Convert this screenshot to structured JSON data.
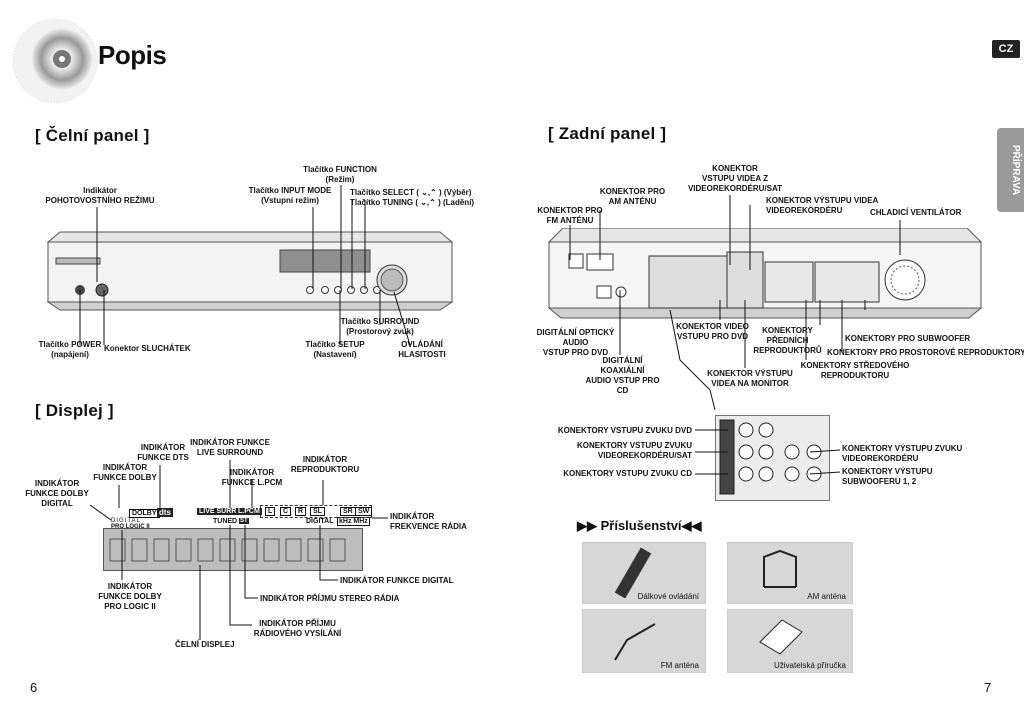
{
  "page_title": "Popis",
  "lang_badge": "CZ",
  "side_tab": "PŘÍPRAVA",
  "page_left": "6",
  "page_right": "7",
  "sections": {
    "front": "[ Čelní panel ]",
    "rear": "[ Zadní panel ]",
    "display": "[ Displej ]",
    "accessories": "▶▶ Příslušenství◀◀"
  },
  "front_labels": {
    "standby": "Indikátor\nPOHOTOVOSTNÍHO REŽIMU",
    "function": "Tlačítko FUNCTION\n(Režim)",
    "input_mode": "Tlačítko INPUT MODE\n(Vstupní režim)",
    "select": "Tlačítko SELECT ( ⌄,⌃ ) (Výběr)",
    "tuning": "Tlačítko TUNING ( ⌄,⌃ ) (Ladění)",
    "surround": "Tlačítko SURROUND\n(Prostorový zvuk)",
    "power": "Tlačítko POWER\n(napájení)",
    "headphones": "Konektor SLUCHÁTEK",
    "setup": "Tlačítko SETUP\n(Nastavení)",
    "volume": "OVLÁDÁNÍ\nHLASITOSTI"
  },
  "rear_labels": {
    "fm": "KONEKTOR PRO\nFM ANTÉNU",
    "am": "KONEKTOR PRO\nAM ANTÉNU",
    "video_in_vcr": "KONEKTOR\nVSTUPU VIDEA Z\nVIDEOREKORDÉRU/SAT",
    "video_out_vcr": "KONEKTOR VÝSTUPU VIDEA\nVIDEOREKORDÉRU",
    "fan": "CHLADICÍ VENTILÁTOR",
    "optical": "DIGITÁLNÍ OPTICKÝ AUDIO\nVSTUP PRO DVD",
    "coaxial": "DIGITÁLNÍ KOAXIÁLNÍ\nAUDIO VSTUP PRO CD",
    "video_dvd": "KONEKTOR VIDEO\nVSTUPU PRO DVD",
    "front_speakers": "KONEKTORY\nPŘEDNÍCH\nREPRODUKTORŮ",
    "video_monitor": "KONEKTOR VÝSTUPU\nVIDEA NA MONITOR",
    "subwoofer": "KONEKTORY PRO SUBWOOFER",
    "surround_speakers": "KONEKTORY PRO PROSTOROVÉ REPRODUKTORY",
    "center_speakers": "KONEKTORY STŘEDOVÉHO\nREPRODUKTORU",
    "audio_dvd": "KONEKTORY VSTUPU ZVUKU DVD",
    "audio_vcr": "KONEKTORY VSTUPU ZVUKU\nVIDEOREKORDÉRU/SAT",
    "audio_cd": "KONEKTORY VSTUPU ZVUKU CD",
    "audio_out_vcr": "KONEKTORY VÝSTUPU ZVUKU\nVIDEOREKORDÉRU",
    "sub_out": "KONEKTORY VÝSTUPU\nSUBWOOFERU 1, 2"
  },
  "display_labels": {
    "dts": "INDIKÁTOR\nFUNKCE DTS",
    "live_surround": "INDIKÁTOR FUNKCE\nLIVE SURROUND",
    "speaker": "INDIKÁTOR\nREPRODUKTORU",
    "dolby": "INDIKÁTOR\nFUNKCE DOLBY",
    "lpcm": "INDIKÁTOR\nFUNKCE L.PCM",
    "dolby_digital": "INDIKÁTOR\nFUNKCE DOLBY\nDIGITAL",
    "radio_freq": "INDIKÁTOR\nFREKVENCE RÁDIA",
    "digital": "INDIKÁTOR FUNKCE DIGITAL",
    "pro_logic": "INDIKÁTOR\nFUNKCE DOLBY\nPRO LOGIC II",
    "stereo": "INDIKÁTOR PŘÍJMU STEREO RÁDIA",
    "tuned": "INDIKÁTOR PŘÍJMU\nRÁDIOVÉHO VYSÍLÁNÍ",
    "front_display": "ČELNÍ DISPLEJ"
  },
  "display_panel": {
    "dolby": "DOLBY",
    "dts": "dts",
    "live_surr": "LIVE SURR",
    "lpcm": "L.PCM",
    "digital_pl": "DIGITAL",
    "pro_logic": "PRO LOGIC II",
    "tuned": "TUNED",
    "st": "ST",
    "digital": "DIGITAL",
    "khz_mhz": "kHz MHz",
    "speakers": [
      "L",
      "C",
      "R",
      "SL",
      "SR",
      "SW"
    ]
  },
  "accessories": {
    "remote": "Dálkové ovládání",
    "am_antenna": "AM anténa",
    "fm_antenna": "FM anténa",
    "manual": "Uživatelská příručka"
  }
}
